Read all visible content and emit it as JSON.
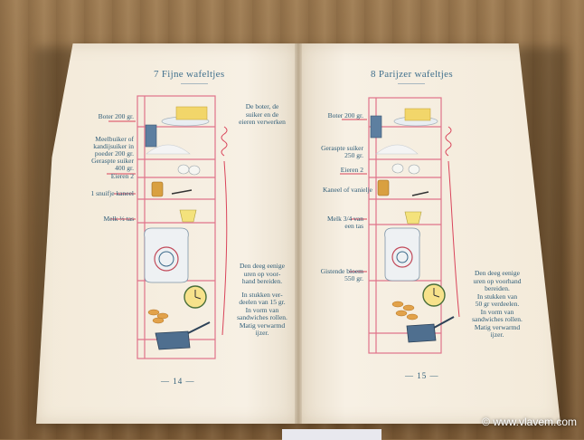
{
  "left_page": {
    "title": "7 Fijne wafeltjes",
    "ingredients": [
      "Boter 200 gr.",
      "Meelbuiker of",
      "kandijsuiker in",
      "poeder 200 gr.",
      "Geraspte suiker",
      "400 gr.",
      "Eieren 2",
      "1 snuifje kaneel",
      "Melk ½ tas"
    ],
    "note_top": [
      "De boter, de",
      "suiker en de",
      "eieren verwerken"
    ],
    "note_bottom": [
      "Den deeg eenige",
      "uren op voor-",
      "hand bereiden.",
      "",
      "In stukken ver-",
      "deelen van 15 gr.",
      "In vorm van",
      "sandwiches rollen.",
      "Matig verwarmd",
      "ijzer."
    ],
    "page_number": "— 14 —"
  },
  "right_page": {
    "title": "8 Parijzer wafeltjes",
    "ingredients": [
      "Boter 200 gr.",
      "Geraspte suiker",
      "250 gr.",
      "Eieren 2",
      "Kaneel of vanielje",
      "Melk 3/4 van",
      "een tas",
      "Gistende bloem",
      "550 gr."
    ],
    "note_bottom": [
      "Den deeg eenige",
      "uren op voorhand",
      "bereiden.",
      "In stukken van",
      "50 gr verdeelen.",
      "In vorm van",
      "sandwiches rollen.",
      "Matig verwarmd",
      "ijzer."
    ],
    "page_number": "— 15 —"
  },
  "watermark": "© www.vlavem.com",
  "colors": {
    "paper": "#f5ede0",
    "ink_blue": "#2f5d78",
    "frame_pink": "#e0738a",
    "arrow_red": "#d9445a",
    "wood": "#8a6a45"
  }
}
